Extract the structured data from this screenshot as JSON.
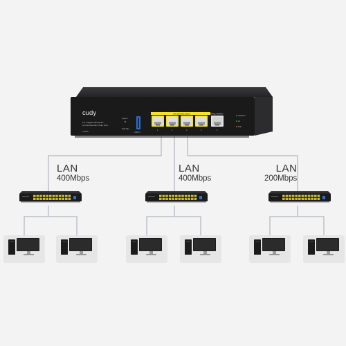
{
  "router": {
    "brand": "cudy",
    "product_line1": "5 in 1 Gigabit VPN Router /",
    "product_line2": "AP Controller with 4 PoE+ Ports",
    "model": "GS1000",
    "system_label": "System",
    "poe_max_label": "PoE Max",
    "usb_label": "USB 3.0",
    "poe_ports_label": "LAN (PoE 802.3af/at)",
    "wan_label": "WAN/LAN/WAN",
    "led_legend_1": "LINK/ACT",
    "led_legend_2": "1G",
    "led_legend_3": "PoE",
    "port_numbers": [
      "1",
      "2",
      "3",
      "4",
      "5"
    ]
  },
  "links": [
    {
      "name": "LAN",
      "speed": "400Mbps"
    },
    {
      "name": "LAN",
      "speed": "400Mbps"
    },
    {
      "name": "LAN",
      "speed": "200Mbps"
    }
  ],
  "colors": {
    "background": "#f3f3f3",
    "device_body": "#2a2a2c",
    "device_face": "#161617",
    "poe_accent": "#f5e31b",
    "usb_accent": "#2c6fd1",
    "led_green": "#6cd36c",
    "led_orange": "#f0a530",
    "line": "#aeb6bf",
    "pc_card": "#e6e6e6",
    "pc_dark": "#1c1c1c"
  },
  "icons": [
    "router-icon",
    "switch-icon",
    "desktop-pc-icon",
    "usb-port-icon",
    "ethernet-port-icon"
  ]
}
